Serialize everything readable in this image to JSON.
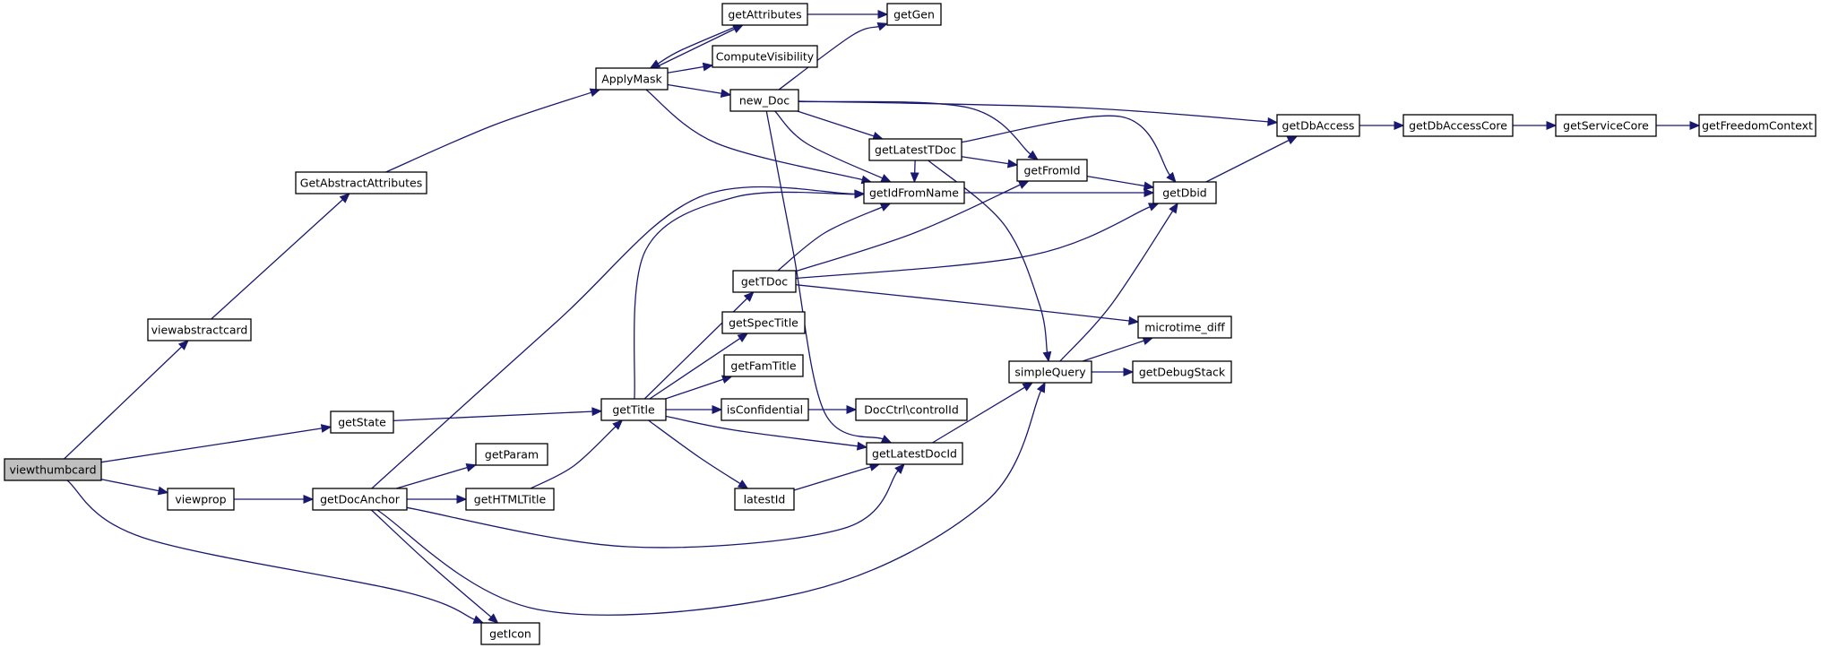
{
  "nodes": [
    {
      "id": "viewthumbcard",
      "label": "viewthumbcard",
      "root": true
    },
    {
      "id": "viewabstractcard",
      "label": "viewabstractcard"
    },
    {
      "id": "GetAbstractAttributes",
      "label": "GetAbstractAttributes"
    },
    {
      "id": "ApplyMask",
      "label": "ApplyMask"
    },
    {
      "id": "getAttributes",
      "label": "getAttributes"
    },
    {
      "id": "getGen",
      "label": "getGen"
    },
    {
      "id": "ComputeVisibility",
      "label": "ComputeVisibility"
    },
    {
      "id": "new_Doc",
      "label": "new_Doc"
    },
    {
      "id": "getDbAccess",
      "label": "getDbAccess"
    },
    {
      "id": "getDbAccessCore",
      "label": "getDbAccessCore"
    },
    {
      "id": "getServiceCore",
      "label": "getServiceCore"
    },
    {
      "id": "getFreedomContext",
      "label": "getFreedomContext"
    },
    {
      "id": "getLatestTDoc",
      "label": "getLatestTDoc"
    },
    {
      "id": "getFromId",
      "label": "getFromId"
    },
    {
      "id": "getIdFromName",
      "label": "getIdFromName"
    },
    {
      "id": "getDbid",
      "label": "getDbid"
    },
    {
      "id": "getTDoc",
      "label": "getTDoc"
    },
    {
      "id": "microtime_diff",
      "label": "microtime_diff"
    },
    {
      "id": "getSpecTitle",
      "label": "getSpecTitle"
    },
    {
      "id": "getFamTitle",
      "label": "getFamTitle"
    },
    {
      "id": "simpleQuery",
      "label": "simpleQuery"
    },
    {
      "id": "getDebugStack",
      "label": "getDebugStack"
    },
    {
      "id": "getState",
      "label": "getState"
    },
    {
      "id": "getTitle",
      "label": "getTitle"
    },
    {
      "id": "isConfidential",
      "label": "isConfidential"
    },
    {
      "id": "controlId",
      "label": "DocCtrl\\controlId"
    },
    {
      "id": "getParam",
      "label": "getParam"
    },
    {
      "id": "getLatestDocId",
      "label": "getLatestDocId"
    },
    {
      "id": "viewprop",
      "label": "viewprop"
    },
    {
      "id": "getDocAnchor",
      "label": "getDocAnchor"
    },
    {
      "id": "getHTMLTitle",
      "label": "getHTMLTitle"
    },
    {
      "id": "latestId",
      "label": "latestId"
    },
    {
      "id": "getIcon",
      "label": "getIcon"
    }
  ],
  "edges": [
    [
      "viewthumbcard",
      "viewabstractcard"
    ],
    [
      "viewthumbcard",
      "getState"
    ],
    [
      "viewthumbcard",
      "viewprop"
    ],
    [
      "viewthumbcard",
      "getIcon"
    ],
    [
      "viewabstractcard",
      "GetAbstractAttributes"
    ],
    [
      "GetAbstractAttributes",
      "ApplyMask"
    ],
    [
      "ApplyMask",
      "getAttributes"
    ],
    [
      "ApplyMask",
      "ComputeVisibility"
    ],
    [
      "ApplyMask",
      "new_Doc"
    ],
    [
      "ApplyMask",
      "getIdFromName"
    ],
    [
      "getAttributes",
      "getGen"
    ],
    [
      "getAttributes",
      "ApplyMask"
    ],
    [
      "new_Doc",
      "getGen"
    ],
    [
      "new_Doc",
      "getDbAccess"
    ],
    [
      "new_Doc",
      "getLatestTDoc"
    ],
    [
      "new_Doc",
      "getFromId"
    ],
    [
      "new_Doc",
      "getIdFromName"
    ],
    [
      "new_Doc",
      "getLatestDocId"
    ],
    [
      "getDbAccess",
      "getDbAccessCore"
    ],
    [
      "getDbAccessCore",
      "getServiceCore"
    ],
    [
      "getServiceCore",
      "getFreedomContext"
    ],
    [
      "getLatestTDoc",
      "getFromId"
    ],
    [
      "getLatestTDoc",
      "getIdFromName"
    ],
    [
      "getLatestTDoc",
      "getDbid"
    ],
    [
      "getLatestTDoc",
      "simpleQuery"
    ],
    [
      "getFromId",
      "getDbid"
    ],
    [
      "getIdFromName",
      "getDbid"
    ],
    [
      "getDbid",
      "getDbAccess"
    ],
    [
      "getTDoc",
      "getIdFromName"
    ],
    [
      "getTDoc",
      "getFromId"
    ],
    [
      "getTDoc",
      "getDbid"
    ],
    [
      "getTDoc",
      "microtime_diff"
    ],
    [
      "simpleQuery",
      "getDbid"
    ],
    [
      "simpleQuery",
      "microtime_diff"
    ],
    [
      "simpleQuery",
      "getDebugStack"
    ],
    [
      "getState",
      "getTitle"
    ],
    [
      "getTitle",
      "getIdFromName"
    ],
    [
      "getTitle",
      "getTDoc"
    ],
    [
      "getTitle",
      "getSpecTitle"
    ],
    [
      "getTitle",
      "getFamTitle"
    ],
    [
      "getTitle",
      "isConfidential"
    ],
    [
      "getTitle",
      "getLatestDocId"
    ],
    [
      "getTitle",
      "latestId"
    ],
    [
      "isConfidential",
      "controlId"
    ],
    [
      "getLatestDocId",
      "simpleQuery"
    ],
    [
      "latestId",
      "getLatestDocId"
    ],
    [
      "viewprop",
      "getDocAnchor"
    ],
    [
      "getDocAnchor",
      "getIdFromName"
    ],
    [
      "getDocAnchor",
      "getParam"
    ],
    [
      "getDocAnchor",
      "getHTMLTitle"
    ],
    [
      "getDocAnchor",
      "getLatestDocId"
    ],
    [
      "getDocAnchor",
      "simpleQuery"
    ],
    [
      "getDocAnchor",
      "getIcon"
    ],
    [
      "getHTMLTitle",
      "getTitle"
    ]
  ]
}
